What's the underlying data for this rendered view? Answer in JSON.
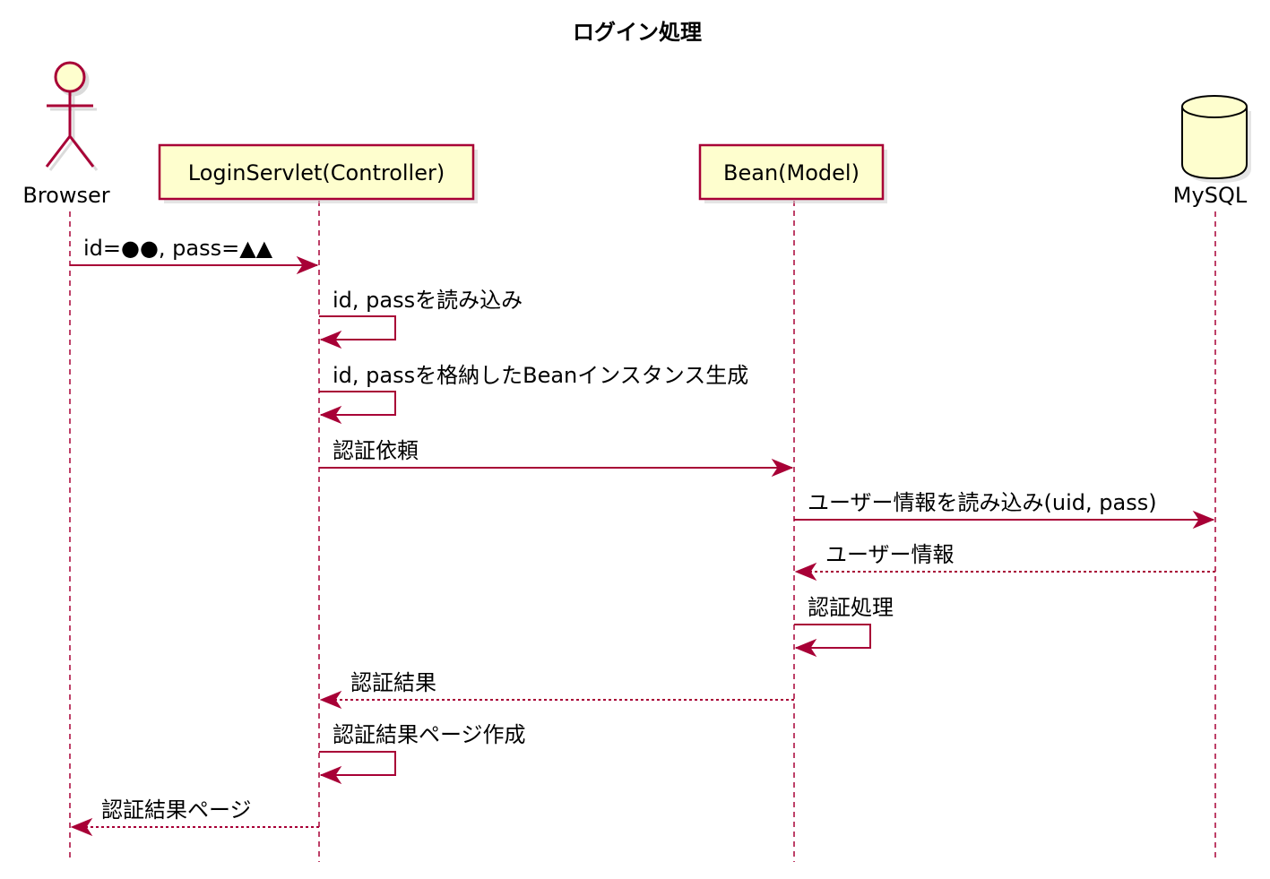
{
  "title": "ログイン処理",
  "participants": [
    {
      "id": "browser",
      "kind": "actor",
      "label": "Browser"
    },
    {
      "id": "controller",
      "kind": "participant",
      "label": "LoginServlet(Controller)"
    },
    {
      "id": "model",
      "kind": "participant",
      "label": "Bean(Model)"
    },
    {
      "id": "db",
      "kind": "database",
      "label": "MySQL"
    }
  ],
  "messages": [
    {
      "from": "browser",
      "to": "controller",
      "label": "id=●●, pass=▲▲",
      "type": "sync"
    },
    {
      "from": "controller",
      "to": "controller",
      "label": "id, passを読み込み",
      "type": "self"
    },
    {
      "from": "controller",
      "to": "controller",
      "label": "id, passを格納したBeanインスタンス生成",
      "type": "self"
    },
    {
      "from": "controller",
      "to": "model",
      "label": "認証依頼",
      "type": "sync"
    },
    {
      "from": "model",
      "to": "db",
      "label": "ユーザー情報を読み込み(uid, pass)",
      "type": "sync"
    },
    {
      "from": "db",
      "to": "model",
      "label": "ユーザー情報",
      "type": "return"
    },
    {
      "from": "model",
      "to": "model",
      "label": "認証処理",
      "type": "self"
    },
    {
      "from": "model",
      "to": "controller",
      "label": "認証結果",
      "type": "return"
    },
    {
      "from": "controller",
      "to": "controller",
      "label": "認証結果ページ作成",
      "type": "self"
    },
    {
      "from": "controller",
      "to": "browser",
      "label": "認証結果ページ",
      "type": "return"
    }
  ],
  "colors": {
    "line": "#A80036",
    "fill": "#FEFECE",
    "text": "#000000"
  }
}
